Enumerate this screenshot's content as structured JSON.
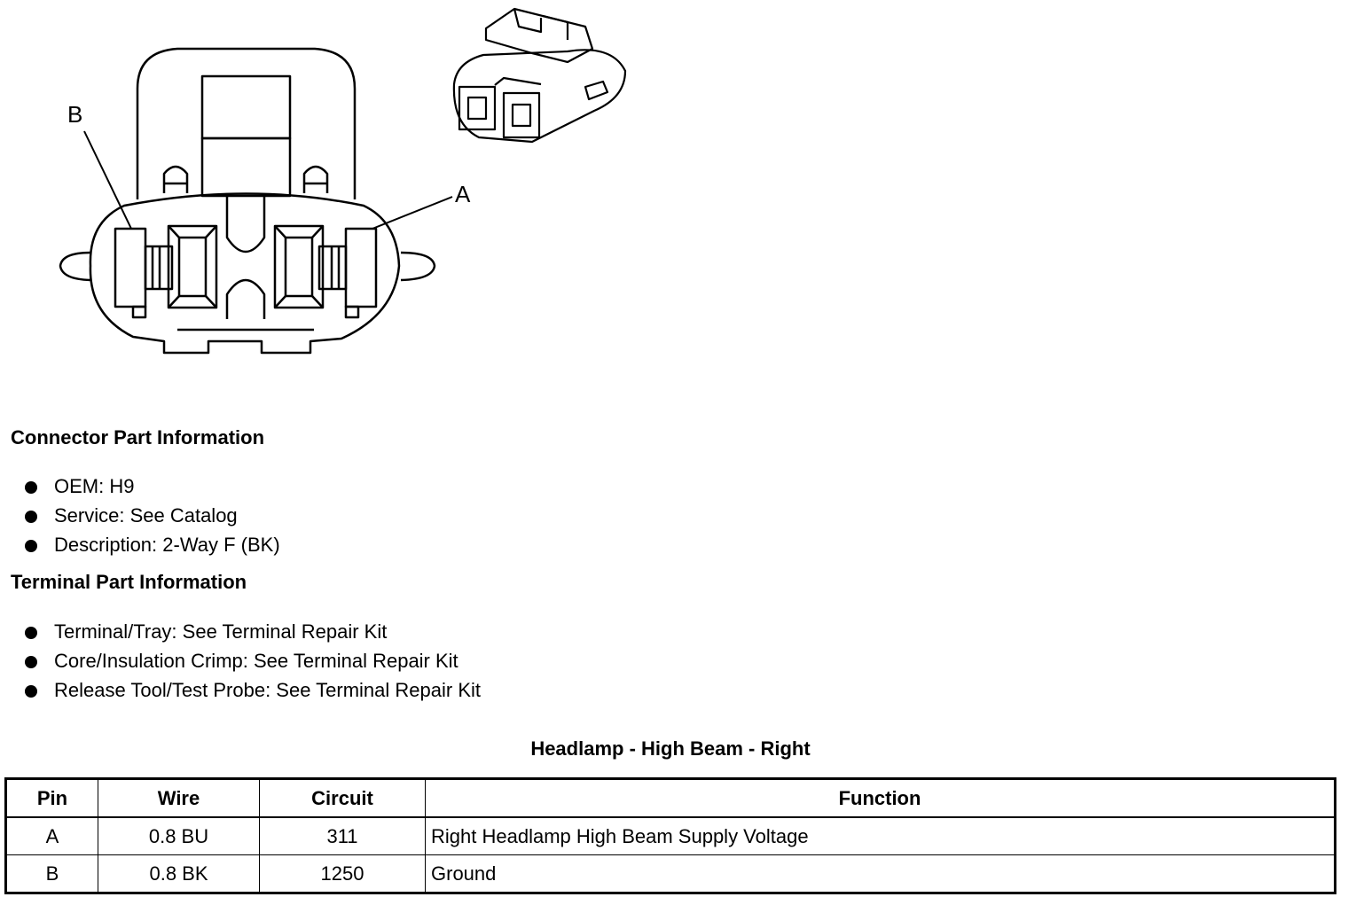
{
  "diagram": {
    "label_b": "B",
    "label_a": "A"
  },
  "connector_info": {
    "heading": "Connector Part Information",
    "items": [
      "OEM: H9",
      "Service: See Catalog",
      "Description: 2-Way F (BK)"
    ]
  },
  "terminal_info": {
    "heading": "Terminal Part Information",
    "items": [
      "Terminal/Tray: See Terminal Repair Kit",
      "Core/Insulation Crimp: See Terminal Repair Kit",
      "Release Tool/Test Probe: See Terminal Repair Kit"
    ]
  },
  "table": {
    "title": "Headlamp - High Beam - Right",
    "headers": [
      "Pin",
      "Wire",
      "Circuit",
      "Function"
    ],
    "rows": [
      [
        "A",
        "0.8 BU",
        "311",
        "Right Headlamp High Beam Supply Voltage"
      ],
      [
        "B",
        "0.8 BK",
        "1250",
        "Ground"
      ]
    ]
  }
}
